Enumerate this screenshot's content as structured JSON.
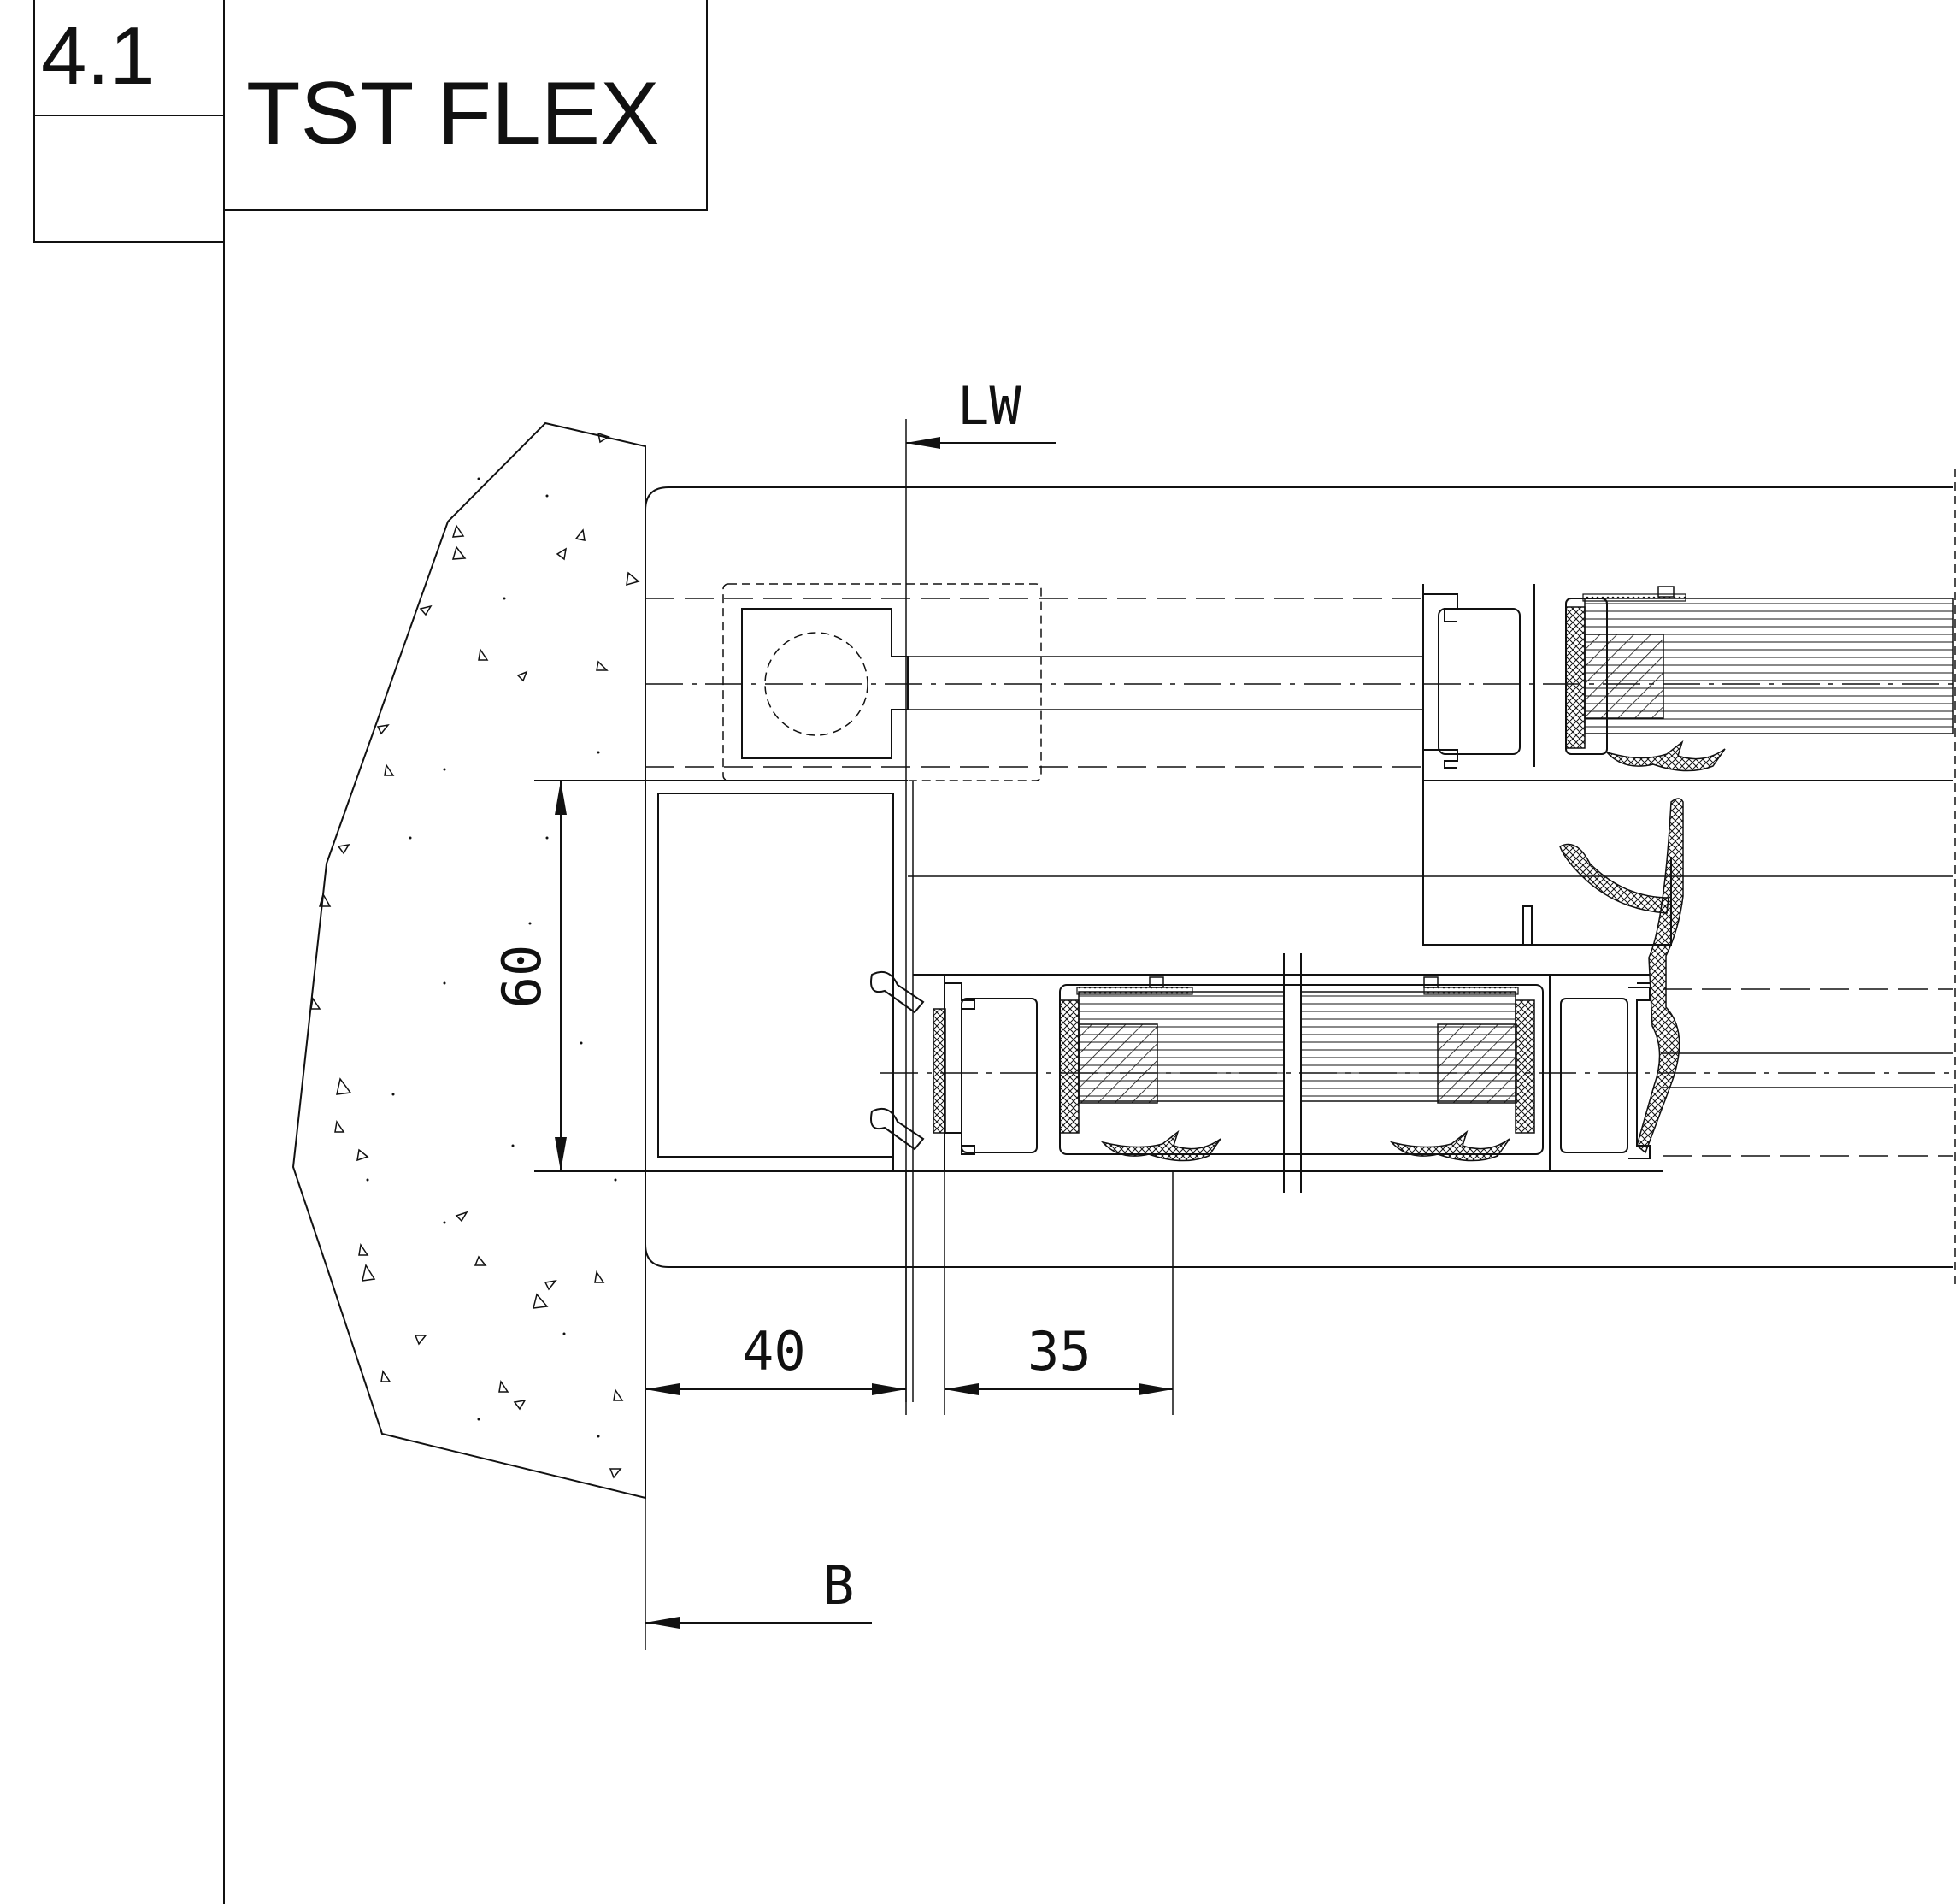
{
  "header": {
    "section_number": "4.1",
    "title": "TST FLEX"
  },
  "dimensions": {
    "lw_label": "LW",
    "height_label": "60",
    "left_width_label": "40",
    "right_width_label": "35",
    "b_label": "B"
  },
  "colors": {
    "line": "#111111",
    "background": "#ffffff"
  }
}
